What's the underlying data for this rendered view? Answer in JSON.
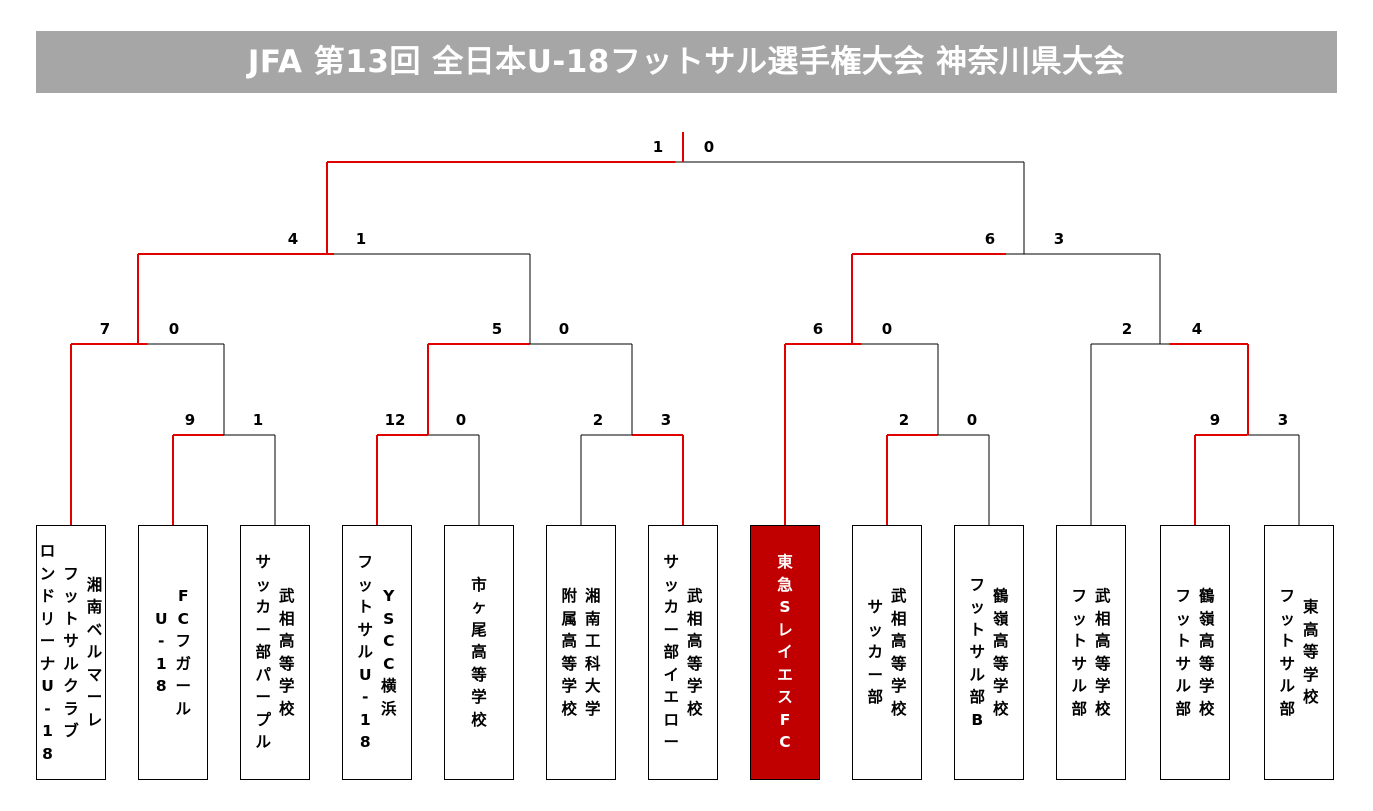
{
  "title": "JFA 第13回 全日本U-18フットサル選手権大会 神奈川県大会",
  "colors": {
    "title_bg": "#a6a6a6",
    "winner_line": "#e00000",
    "loser_line": "#000000",
    "winner_box": "#c00000"
  },
  "teams": [
    {
      "name_lines": [
        "湘南ベルマーレ",
        "フットサルクラブ",
        "ロンドリーナU-18"
      ],
      "champion": false
    },
    {
      "name_lines": [
        "FCフガール",
        "U-18"
      ],
      "champion": false
    },
    {
      "name_lines": [
        "武相高等学校",
        "サッカー部パープル"
      ],
      "champion": false
    },
    {
      "name_lines": [
        "YSCC横浜",
        "フットサルU-18"
      ],
      "champion": false
    },
    {
      "name_lines": [
        "市ヶ尾高等学校"
      ],
      "champion": false
    },
    {
      "name_lines": [
        "湘南工科大学",
        "附属高等学校"
      ],
      "champion": false
    },
    {
      "name_lines": [
        "武相高等学校",
        "サッカー部イエロー"
      ],
      "champion": false
    },
    {
      "name_lines": [
        "東急SレイエスFC"
      ],
      "champion": true
    },
    {
      "name_lines": [
        "武相高等学校",
        "サッカー部"
      ],
      "champion": false
    },
    {
      "name_lines": [
        "鶴嶺高等学校",
        "フットサル部B"
      ],
      "champion": false
    },
    {
      "name_lines": [
        "武相高等学校",
        "フットサル部"
      ],
      "champion": false
    },
    {
      "name_lines": [
        "鶴嶺高等学校",
        "フットサル部"
      ],
      "champion": false
    },
    {
      "name_lines": [
        "東高等学校",
        "フットサル部"
      ],
      "champion": false
    }
  ],
  "matches": {
    "r1_m1": {
      "home": "9",
      "away": "1",
      "winner": "home"
    },
    "r1_m2": {
      "home": "12",
      "away": "0",
      "winner": "home"
    },
    "r1_m3": {
      "home": "2",
      "away": "3",
      "winner": "away"
    },
    "r1_m4": {
      "home": "2",
      "away": "0",
      "winner": "home"
    },
    "r1_m5": {
      "home": "9",
      "away": "3",
      "winner": "home"
    },
    "qf_m1": {
      "home": "7",
      "away": "0",
      "winner": "home"
    },
    "qf_m2": {
      "home": "5",
      "away": "0",
      "winner": "home"
    },
    "qf_m3": {
      "home": "6",
      "away": "0",
      "winner": "home"
    },
    "qf_m4": {
      "home": "2",
      "away": "4",
      "winner": "away"
    },
    "sf_m1": {
      "home": "4",
      "away": "1",
      "winner": "home"
    },
    "sf_m2": {
      "home": "6",
      "away": "3",
      "winner": "home"
    },
    "final": {
      "home": "1",
      "away": "0",
      "winner": "home"
    }
  }
}
